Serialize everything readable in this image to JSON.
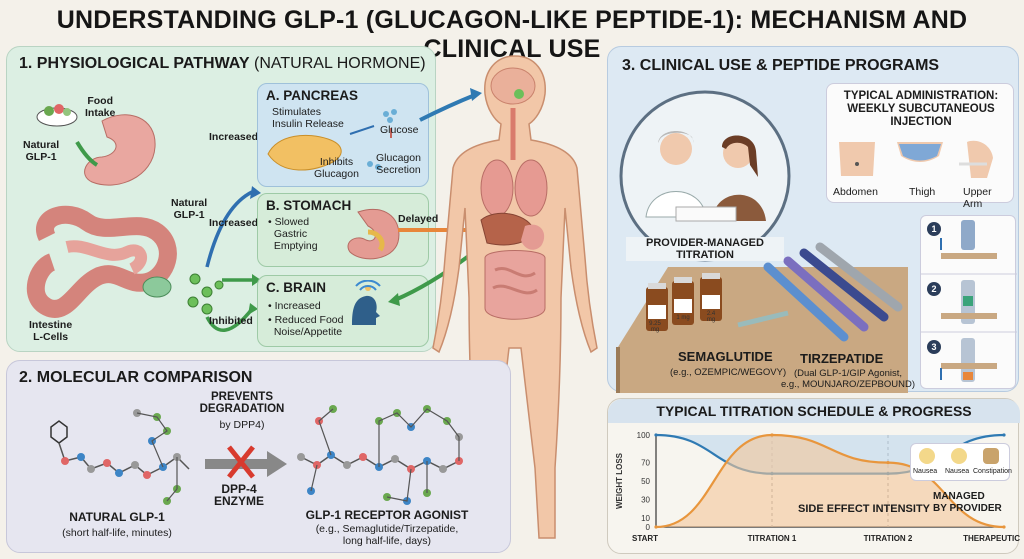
{
  "title": "UNDERSTANDING GLP-1 (GLUCAGON-LIKE PEPTIDE-1): MECHANISM AND CLINICAL USE",
  "pathway": {
    "heading": "1. PHYSIOLOGICAL PATHWAY",
    "heading_sub": "(NATURAL HORMONE)",
    "food_intake": "Food\nIntake",
    "natural_glp1_left": "Natural\nGLP-1",
    "intestine": "Intestine\nL-Cells",
    "natural_glp1_mid": "Natural\nGLP-1",
    "increased_1": "Increased",
    "increased_2": "Increased",
    "inhibited": "Inhibited",
    "delayed": "Delayed",
    "pancreas": {
      "title": "A. PANCREAS",
      "stimulates": "Stimulates\nInsulin Release",
      "glucose": "Glucose",
      "inhibits": "Inhibits\nGlucagon",
      "glucagon": "Glucagon\nSecretion"
    },
    "stomach": {
      "title": "B. STOMACH",
      "desc": "• Slowed\n  Gastric\n  Emptying"
    },
    "brain": {
      "title": "C. BRAIN",
      "item1": "• Increased",
      "item2": "• Reduced Food\n  Noise/Appetite"
    }
  },
  "molecular": {
    "heading": "2. MOLECULAR COMPARISON",
    "prevents": "PREVENTS\nDEGRADATION",
    "by_dpp4": "by DPP4)",
    "dpp4": "DPP-4\nENZYME",
    "natural_title": "NATURAL GLP-1",
    "natural_sub": "(short half-life, minutes)",
    "agonist_title": "GLP-1 RECEPTOR AGONIST",
    "agonist_sub": "(e.g., Semaglutide/Tirzepatide,\nlong half-life, days)"
  },
  "clinical": {
    "heading": "3. CLINICAL USE & PEPTIDE PROGRAMS",
    "admin_title": "TYPICAL ADMINISTRATION:\nWEEKLY SUBCUTANEOUS\nINJECTION",
    "sites": [
      "Abdomen",
      "Thigh",
      "Upper Arm"
    ],
    "provider": "PROVIDER-MANAGED\nTITRATION",
    "vial1": "9.25 mg",
    "vial2": "1 mg",
    "vial3": "2.4 mg",
    "sema_title": "SEMAGLUTIDE",
    "sema_sub": "(e.g., OZEMPIC/WEGOVY)",
    "tirz_title": "TIRZEPATIDE",
    "tirz_sub": "(Dual GLP-1/GIP Agonist,\ne.g., MOUNJARO/ZEPBOUND)",
    "steps": [
      "1",
      "2",
      "3"
    ]
  },
  "titration": {
    "heading": "TYPICAL TITRATION SCHEDULE & PROGRESS",
    "side_effect": "SIDE EFFECT INTENSITY",
    "managed": "MANAGED\nBY PROVIDER",
    "symptoms": [
      "Nausea",
      "Nausea",
      "Constipation"
    ]
  },
  "chart_data": {
    "type": "line",
    "x": [
      "START",
      "TITRATION 1",
      "TITRATION 2",
      "THERAPEUTIC DOSE"
    ],
    "ylabel": "WEIGHT LOSS",
    "yticks": [
      0,
      10,
      30,
      50,
      70,
      100
    ],
    "ylim": [
      0,
      100
    ],
    "series": [
      {
        "values": [
          100,
          58,
          58,
          100
        ],
        "color": "#2f7ab3"
      },
      {
        "values": [
          0,
          100,
          70,
          0
        ],
        "color": "#e8963d"
      }
    ]
  }
}
